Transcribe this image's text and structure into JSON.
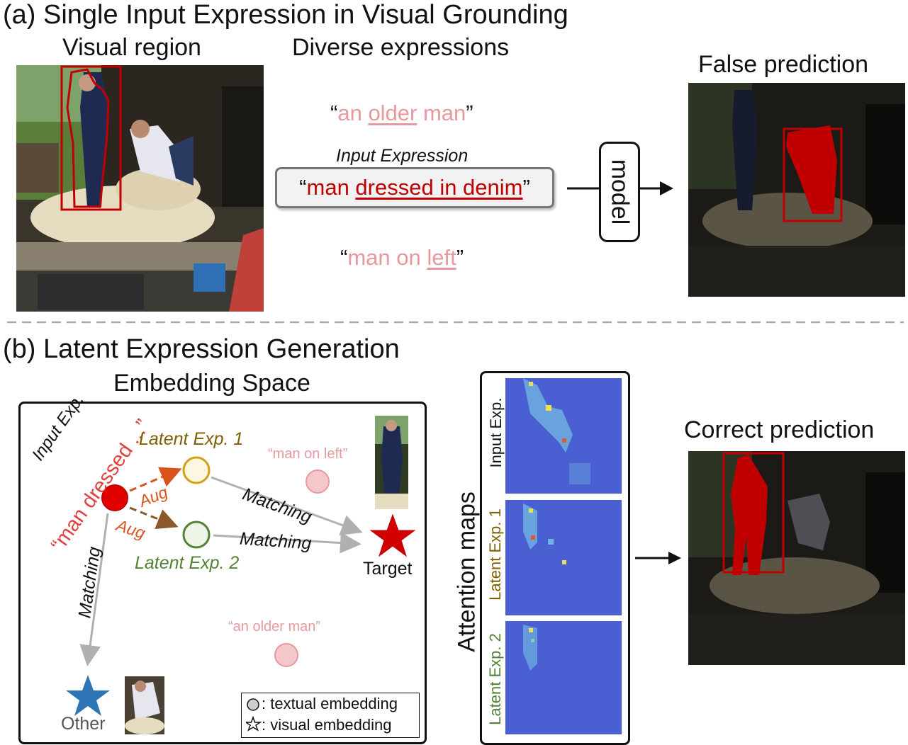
{
  "section_a": {
    "title": "(a) Single Input Expression in Visual Grounding",
    "visual_region_label": "Visual region",
    "diverse_label": "Diverse expressions",
    "false_pred_label": "False prediction",
    "expr_older": {
      "open": "“",
      "w1": "an ",
      "w2": "older",
      "w3": " man",
      "close": "”"
    },
    "input_caption": "Input Expression",
    "expr_input": {
      "open": "“",
      "w1": "man ",
      "w2": "dressed in denim",
      "close": "”"
    },
    "expr_left": {
      "open": "“",
      "w1": "man on ",
      "w2": "left",
      "close": "”"
    },
    "model_label": "model"
  },
  "section_b": {
    "title": "(b) Latent Expression Generation",
    "embedding_label": "Embedding Space",
    "input_exp_label": "Input Exp.",
    "input_exp_text": "“man dressed ...”",
    "latent1": "Latent Exp. 1",
    "latent2": "Latent Exp. 2",
    "aug": "Aug",
    "matching": "Matching",
    "man_on_left": "“man on left”",
    "an_older_man": "“an older man”",
    "target": "Target",
    "other": "Other",
    "legend_text": ": textual embedding",
    "legend_visual": ": visual embedding",
    "attention_maps": "Attention maps",
    "attn_input": "Input Exp.",
    "attn_l1": "Latent Exp. 1",
    "attn_l2": "Latent Exp. 2",
    "correct_pred_label": "Correct prediction"
  },
  "colors": {
    "dark_red": "#c00000",
    "pink": "#e8999f",
    "latent1": "#7f6000",
    "latent1_circle": "#d4a017",
    "latent2": "#548235",
    "latent2_circle": "#548235",
    "aug_red": "#d9531e",
    "star_red": "#d00000",
    "star_blue": "#2e75b6"
  }
}
